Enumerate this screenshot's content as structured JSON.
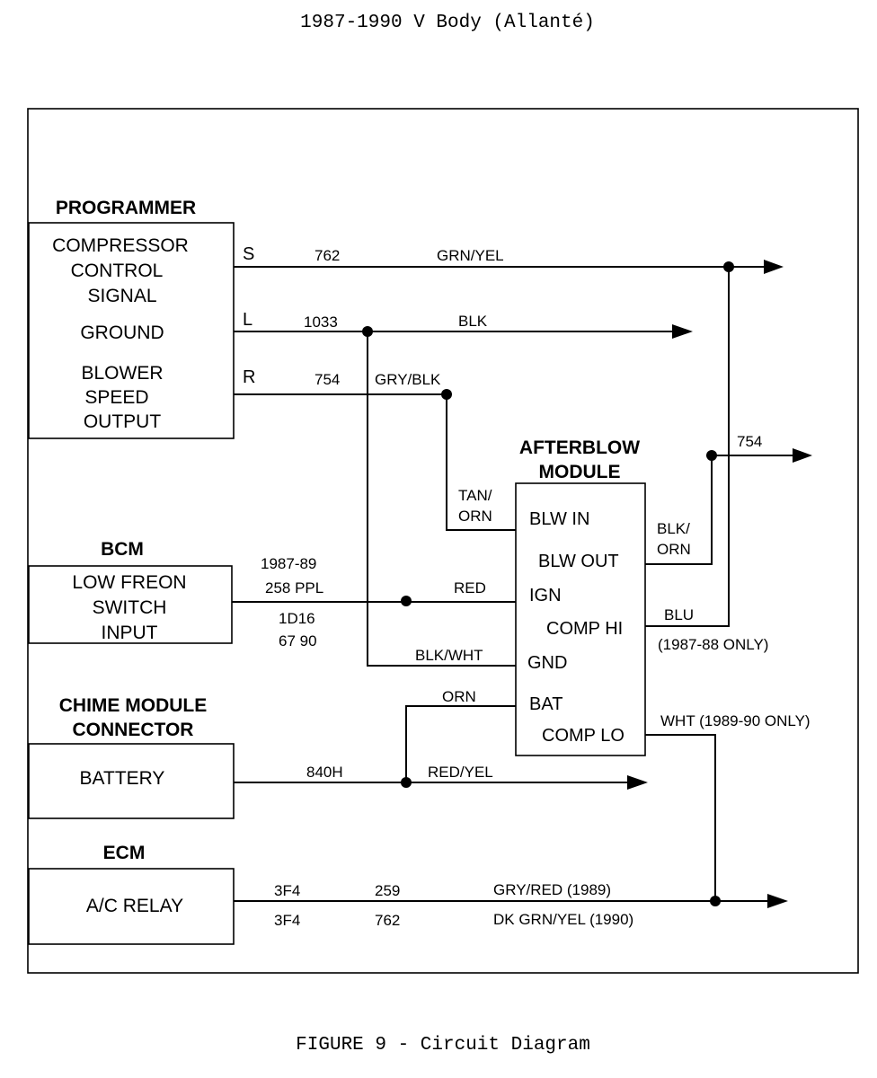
{
  "page": {
    "title": "1987-1990 V Body (Allanté)",
    "caption": "FIGURE 9 - Circuit Diagram"
  },
  "programmer": {
    "header": "PROGRAMMER",
    "lines": [
      "COMPRESSOR",
      "CONTROL",
      "SIGNAL",
      "GROUND",
      "BLOWER",
      "SPEED",
      "OUTPUT"
    ],
    "pins": [
      "S",
      "L",
      "R"
    ]
  },
  "bcm": {
    "header": "BCM",
    "lines": [
      "LOW FREON",
      "SWITCH",
      "INPUT"
    ]
  },
  "chime": {
    "header_lines": [
      "CHIME MODULE",
      "CONNECTOR"
    ],
    "lines": [
      "BATTERY"
    ]
  },
  "ecm": {
    "header": "ECM",
    "lines": [
      "A/C RELAY"
    ]
  },
  "afterblow": {
    "header_lines": [
      "AFTERBLOW",
      "MODULE"
    ],
    "pins": [
      "BLW IN",
      "BLW OUT",
      "IGN",
      "COMP HI",
      "GND",
      "BAT",
      "COMP LO"
    ]
  },
  "wires": {
    "s_circuit": "762",
    "s_color": "GRN/YEL",
    "l_circuit": "1033",
    "l_color": "BLK",
    "r_circuit": "754",
    "r_color": "GRY/BLK",
    "blw_in_color_1": "TAN/",
    "blw_in_color_2": "ORN",
    "blw_out_color_1": "BLK/",
    "blw_out_color_2": "ORN",
    "out_754": "754",
    "bcm_label_1": "1987-89",
    "bcm_label_2": "258 PPL",
    "bcm_label_3": "1D16",
    "bcm_label_4": "67 90",
    "ign_color": "RED",
    "comp_hi_color": "BLU",
    "comp_hi_note": "(1987-88 ONLY)",
    "gnd_color": "BLK/WHT",
    "bat_color": "ORN",
    "comp_lo_note": "WHT (1989-90 ONLY)",
    "battery_circuit": "840H",
    "battery_color": "RED/YEL",
    "ecm_conn_1": "3F4",
    "ecm_circ_1": "259",
    "ecm_color_1": "GRY/RED (1989)",
    "ecm_conn_2": "3F4",
    "ecm_circ_2": "762",
    "ecm_color_2": "DK GRN/YEL (1990)"
  }
}
